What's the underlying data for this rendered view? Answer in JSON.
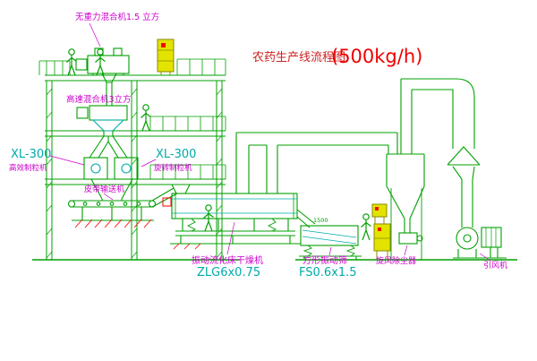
{
  "title": {
    "main": "农药生产线流程图",
    "capacity": "(500kg/h)"
  },
  "labels": {
    "gravity_mixer": "无重力混合机1.5 立方",
    "high_speed_mixer": "高速混合机3立方",
    "granulator_left_model": "XL-300",
    "granulator_left_name": "高效制粒机",
    "granulator_mid_model": "XL-300",
    "granulator_mid_name": "旋转制粒机",
    "belt_conveyor": "皮带输送机",
    "dryer_name": "振动流化床干燥机",
    "dryer_model": "ZLG6x0.75",
    "sieve_name": "方形振动筛",
    "sieve_model": "FS0.6x1.5",
    "cyclone": "旋风除尘器",
    "fan": "引风机"
  },
  "dimensions": {
    "sieve_feed": "1500"
  },
  "colors": {
    "line_green": "#00A000",
    "model_cyan": "#00AAAA",
    "label_magenta": "#CC00CC",
    "title_red": "#EE0000",
    "cabinet_yellow": "#E3E300",
    "hatch_red": "#FF0000"
  }
}
